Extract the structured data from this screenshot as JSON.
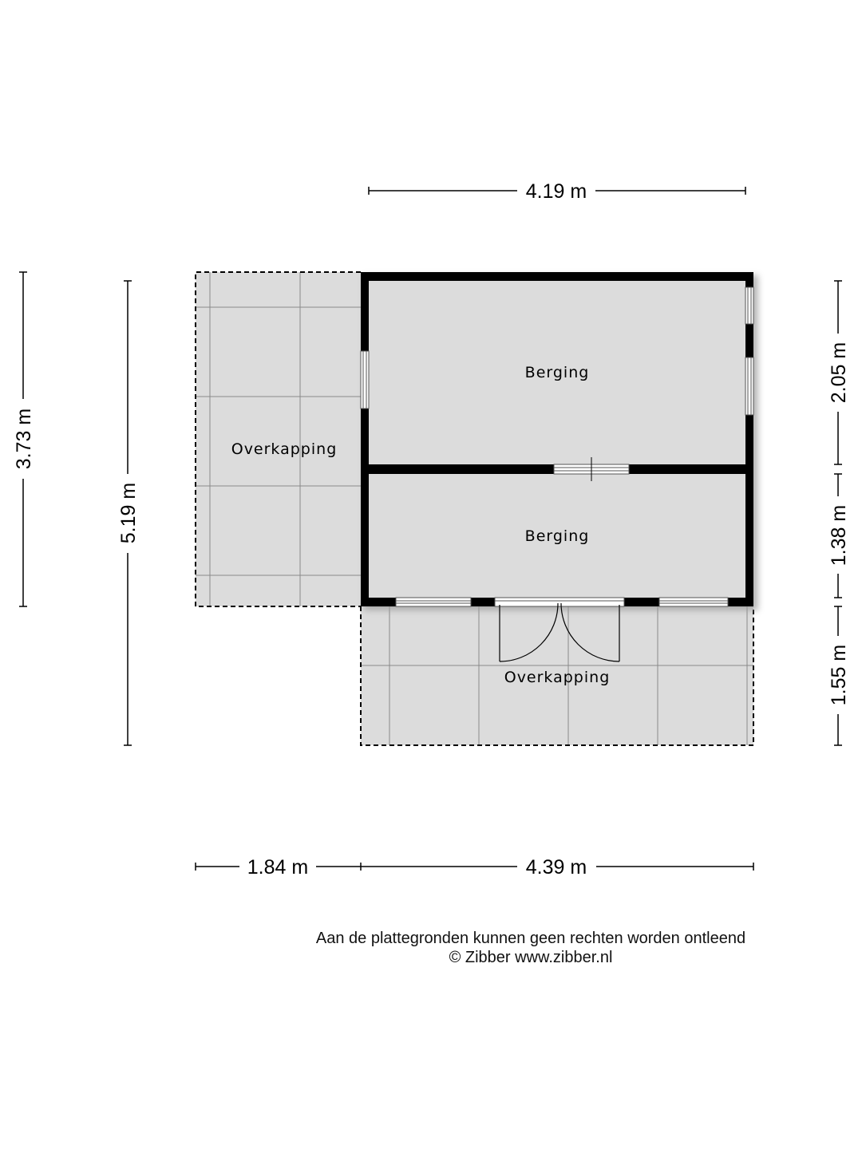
{
  "rooms": {
    "overkapping_left": "Overkapping",
    "berging_top": "Berging",
    "berging_bottom": "Berging",
    "overkapping_bottom": "Overkapping"
  },
  "dimensions": {
    "top_width": "4.19 m",
    "bottom_left_width": "1.84 m",
    "bottom_right_width": "4.39 m",
    "left_outer_height": "3.73 m",
    "left_inner_height": "5.19 m",
    "right_top_height": "2.05 m",
    "right_middle_height": "1.38 m",
    "right_bottom_height": "1.55 m"
  },
  "footer": {
    "disclaimer": "Aan de plattegronden kunnen geen rechten worden ontleend",
    "copyright": "© Zibber www.zibber.nl"
  },
  "colors": {
    "floor": "#dcdcdc",
    "wall": "#000000",
    "background": "#ffffff"
  }
}
